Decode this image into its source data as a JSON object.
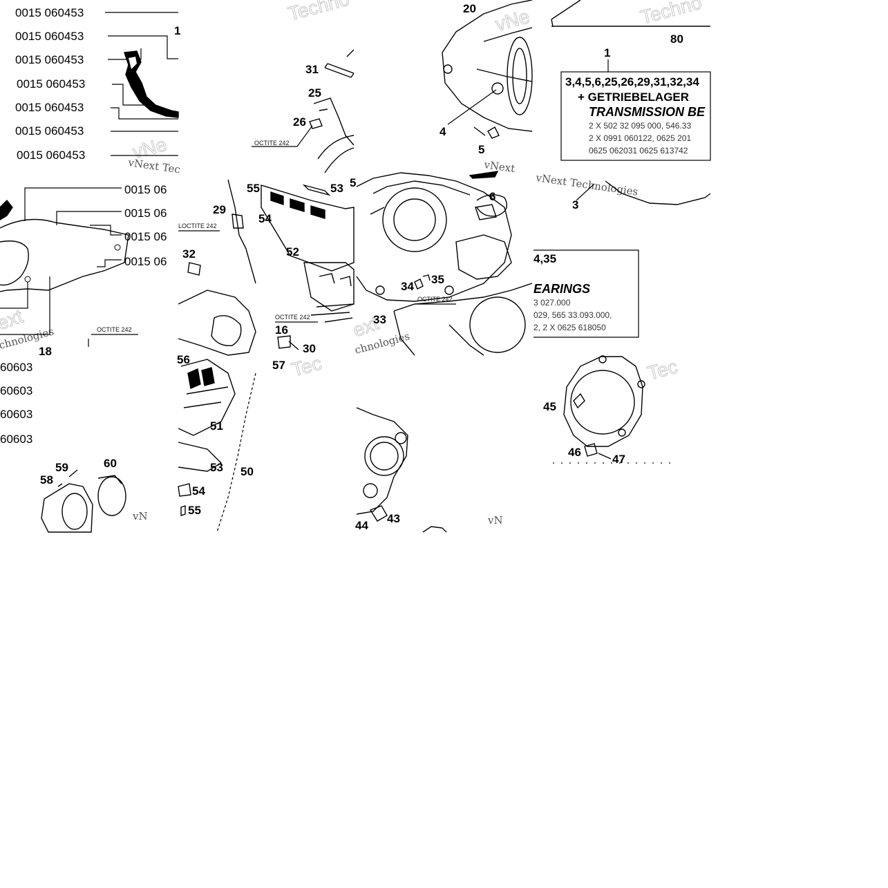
{
  "part_numbers_top_left": [
    "0015 060453",
    "0015 060453",
    "0015 060453",
    "0015 060453",
    "0015 060453",
    "0015 060453",
    "0015 060453"
  ],
  "part_numbers_mid_left": [
    "0015 06",
    "0015 06",
    "0015 06",
    "0015 06"
  ],
  "part_numbers_bottom_left": [
    "60603",
    "60603",
    "60603",
    "60603"
  ],
  "callouts": [
    {
      "id": "c20",
      "text": "20"
    },
    {
      "id": "c80",
      "text": "80"
    },
    {
      "id": "c1",
      "text": "1"
    },
    {
      "id": "c31",
      "text": "31"
    },
    {
      "id": "c25",
      "text": "25"
    },
    {
      "id": "c26",
      "text": "26"
    },
    {
      "id": "c4",
      "text": "4"
    },
    {
      "id": "c5",
      "text": "5"
    },
    {
      "id": "c6",
      "text": "6"
    },
    {
      "id": "c3",
      "text": "3"
    },
    {
      "id": "c55a",
      "text": "55"
    },
    {
      "id": "c53a",
      "text": "53"
    },
    {
      "id": "c5b",
      "text": "5"
    },
    {
      "id": "c29",
      "text": "29"
    },
    {
      "id": "c54a",
      "text": "54"
    },
    {
      "id": "c52",
      "text": "52"
    },
    {
      "id": "c32",
      "text": "32"
    },
    {
      "id": "c34",
      "text": "34"
    },
    {
      "id": "c35",
      "text": "35"
    },
    {
      "id": "c33",
      "text": "33"
    },
    {
      "id": "c16",
      "text": "16"
    },
    {
      "id": "c30",
      "text": "30"
    },
    {
      "id": "c57",
      "text": "57"
    },
    {
      "id": "c56",
      "text": "56"
    },
    {
      "id": "c51",
      "text": "51"
    },
    {
      "id": "c53b",
      "text": "53"
    },
    {
      "id": "c50",
      "text": "50"
    },
    {
      "id": "c54b",
      "text": "54"
    },
    {
      "id": "c55b",
      "text": "55"
    },
    {
      "id": "c59",
      "text": "59"
    },
    {
      "id": "c60",
      "text": "60"
    },
    {
      "id": "c58",
      "text": "58"
    },
    {
      "id": "c45",
      "text": "45"
    },
    {
      "id": "c46",
      "text": "46"
    },
    {
      "id": "c47",
      "text": "47"
    },
    {
      "id": "c44",
      "text": "44"
    },
    {
      "id": "c43",
      "text": "43"
    },
    {
      "id": "c1b",
      "text": "1"
    },
    {
      "id": "c18",
      "text": "18"
    }
  ],
  "kit_box": {
    "header": "3,4,5,6,25,26,29,31,32,34",
    "line1": "+ GETRIEBELAGER",
    "line2": "TRANSMISSION BE",
    "line3": "2 X 502 32 095 000, 546.33",
    "line4": "2 X 0991 060122, 0625 201",
    "line5": "0625 062031   0625 613742"
  },
  "kit_box_right": {
    "header": "4,35",
    "line1": "EARINGS",
    "line2": "3 027.000",
    "line3": "029, 565 33.093.000,",
    "line4": "2, 2 X 0625 618050"
  },
  "loctite_labels": [
    "OCTITE 242",
    "OCTITE 242",
    "LOCTITE 242",
    "OCTITE 242",
    "OCTITE 242"
  ],
  "watermarks": {
    "brand": "Techno",
    "brand2": "Tec",
    "small": [
      "vNext Tec",
      "vNext Technologies",
      "vNext",
      "vN",
      "ext",
      "chnologies",
      "vNe"
    ]
  }
}
